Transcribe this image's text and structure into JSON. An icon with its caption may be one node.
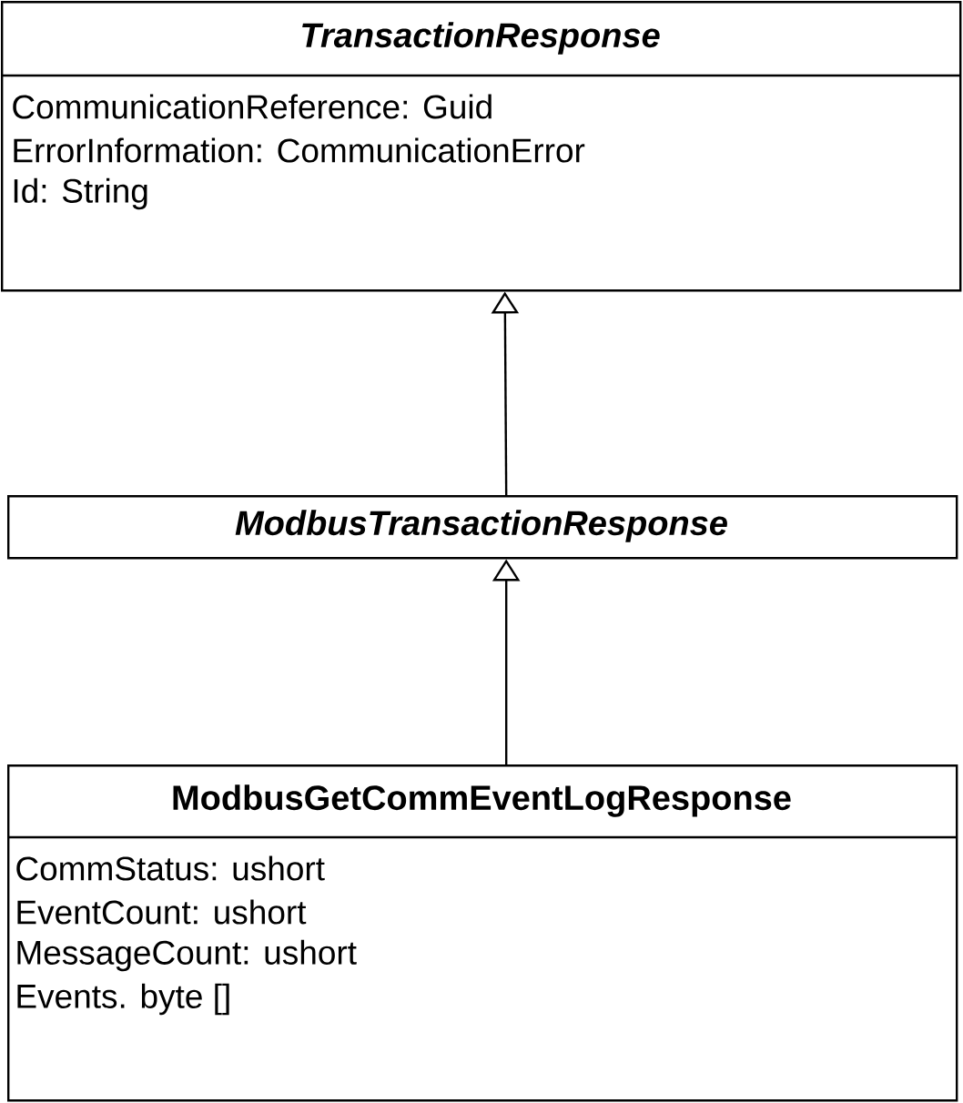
{
  "diagram": {
    "nodes": [
      {
        "text": [
          "TransactionResponse",
          "CommunicationReference: Guid",
          "ErrorInformation: CommunicationError",
          "Id: String"
        ]
      },
      {
        "text": [
          "ModbusTransactionResponse"
        ]
      },
      {
        "text": [
          "ModbusGetCommEventLogResponse",
          "CommStatus: ushort",
          "EventCount: ushort",
          "MessageCount: ushort",
          "Events. byte []"
        ]
      }
    ],
    "edges": [
      {
        "from": 1,
        "to": 0,
        "arrow": "to"
      },
      {
        "from": 2,
        "to": 1,
        "arrow": "to"
      }
    ]
  }
}
